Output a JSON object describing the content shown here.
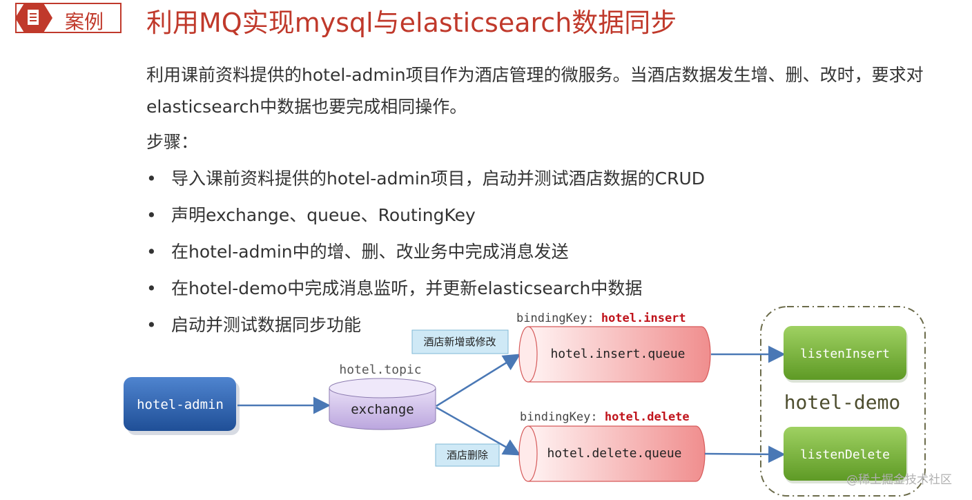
{
  "header": {
    "badge_icon": "document-icon",
    "badge_label": "案例",
    "title": "利用MQ实现mysql与elasticsearch数据同步"
  },
  "intro": "利用课前资料提供的hotel-admin项目作为酒店管理的微服务。当酒店数据发生增、删、改时，要求对elasticsearch中数据也要完成相同操作。",
  "steps_label": "步骤：",
  "steps": [
    "导入课前资料提供的hotel-admin项目，启动并测试酒店数据的CRUD",
    "声明exchange、queue、RoutingKey",
    "在hotel-admin中的增、删、改业务中完成消息发送",
    "在hotel-demo中完成消息监听，并更新elasticsearch中数据",
    "启动并测试数据同步功能"
  ],
  "diagram": {
    "publisher": "hotel-admin",
    "exchange_type_label": "hotel.topic",
    "exchange": "exchange",
    "edge_insert": "酒店新增或修改",
    "edge_delete": "酒店删除",
    "binding_insert_prefix": "bindingKey: ",
    "binding_insert_key": "hotel.insert",
    "binding_delete_prefix": "bindingKey: ",
    "binding_delete_key": "hotel.delete",
    "queue_insert": "hotel.insert.queue",
    "queue_delete": "hotel.delete.queue",
    "listener_insert": "listenInsert",
    "listener_delete": "listenDelete",
    "consumer_group": "hotel-demo"
  },
  "watermark": "@稀土掘金技术社区",
  "colors": {
    "accent": "#c0392b",
    "publisher": "#2e5fa8",
    "exchange": "#c9b8e6",
    "queue": "#f4a7a7",
    "listener": "#7cb342",
    "edge_label_bg": "#cfe9f6",
    "arrow": "#4a78b5"
  }
}
